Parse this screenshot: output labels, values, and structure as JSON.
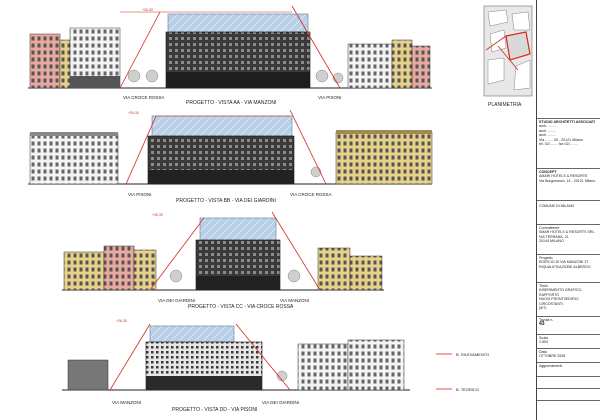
{
  "elevations": [
    {
      "title": "PROGETTO - VISTA AA - VIA MANZONI",
      "streets": [
        "VIA CROCE ROSSA",
        "VIA PISONI"
      ]
    },
    {
      "title": "PROGETTO - VISTA BB - VIA DEI GIARDINI",
      "streets": [
        "VIA PISONI",
        "VIA CROCE ROSSA"
      ]
    },
    {
      "title": "PROGETTO - VISTA CC - VIA CROCE ROSSA",
      "streets": [
        "VIA DEI GIARDINI",
        "VIA MANZONI"
      ]
    },
    {
      "title": "PROGETTO - VISTA DD - VIA PISONI",
      "streets": [
        "VIA MANZONI",
        "VIA DEI GIARDINI"
      ]
    }
  ],
  "height_markers": [
    "+26.30",
    "+26.30",
    "+26.30",
    "+26.30"
  ],
  "planimetria_label": "PLANIMETRIA",
  "legend": {
    "rilevamento": "B. RILEVAMENTO",
    "teorico": "B. TEORICO"
  },
  "colors": {
    "red": "#d62a1c",
    "glass": "#b9cfe6",
    "facade_yellow": "#e8d28a",
    "facade_pink": "#e9a9a0",
    "dark": "#2a2a2a"
  },
  "title_block": {
    "studio": [
      "STUDIO ARCHITETTI ASSOCIATI",
      "arch. ........",
      "arch. ........",
      "arch. ........"
    ],
    "studio_address": [
      "Via ........ 00 - 20121 Milano",
      "tel. 02/........ fax 02/........"
    ],
    "client_heading": "CONCEPT",
    "client": [
      "AMARI HOTELS & RESORTS",
      "Via Borgonuovo, 14 - 20121 Milano"
    ],
    "comune": "COMUNE DI MILANO",
    "committente_heading": "Committente",
    "committente": [
      "SMAR HOTELS & RESORTS SRL",
      "VIA TERRANA, 21",
      "20144 MILANO"
    ],
    "progetto_heading": "Progetto",
    "progetto": [
      "EDIFICIO DI VIA MANZONI 37",
      "RIQUALIFICAZIONE ALBERGO"
    ],
    "tavola_heading": "Titolo",
    "tavola": [
      "INSERIMENTO GRAFICO, RAPPORTO",
      "NUOVI FRONTI/EDIFICI CIRCOSTANTI",
      "(5/7)"
    ],
    "num_label": "Tavola n.",
    "num_value": "43",
    "scale_label": "Scala",
    "scale_value": "1:500",
    "date_label": "Data",
    "date_value": "OTTOBRE 2008",
    "agg_label": "Aggiornamenti"
  }
}
